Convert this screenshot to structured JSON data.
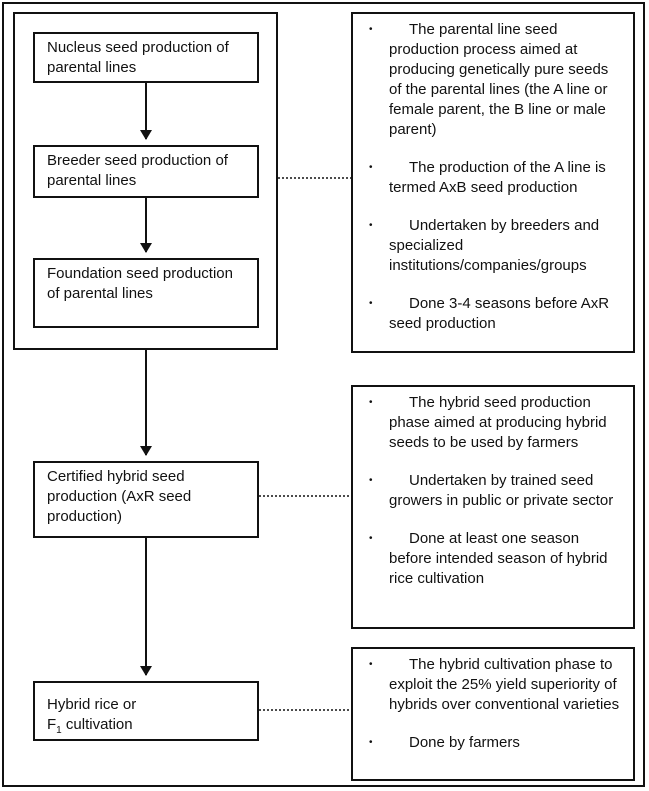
{
  "boxes": {
    "nucleus": "Nucleus seed production of parental lines",
    "breeder": "Breeder seed production of parental lines",
    "foundation": "Foundation seed production of parental lines",
    "certified": "Certified hybrid seed production (AxR seed production)",
    "hybrid_line1": "Hybrid rice or",
    "hybrid_line2_prefix": "F",
    "hybrid_line2_sub": "1",
    "hybrid_line2_suffix": " cultivation"
  },
  "notes": {
    "parental": [
      "The parental line seed production process aimed at producing genetically pure seeds of the parental lines (the A line or female parent, the B line or male parent)",
      "The production of the A line is termed AxB seed production",
      "Undertaken by breeders and specialized institutions/companies/groups",
      "Done 3-4 seasons before AxR seed production"
    ],
    "hybrid_seed": [
      "The hybrid seed production phase aimed at producing hybrid seeds to be used by farmers",
      "Undertaken by trained seed growers in public or private sector",
      "Done at least one season before intended season of hybrid rice cultivation"
    ],
    "cultivation": [
      "The hybrid cultivation phase to exploit the 25% yield superiority of hybrids over conventional varieties",
      "Done by farmers"
    ]
  },
  "bullet_char": "•"
}
